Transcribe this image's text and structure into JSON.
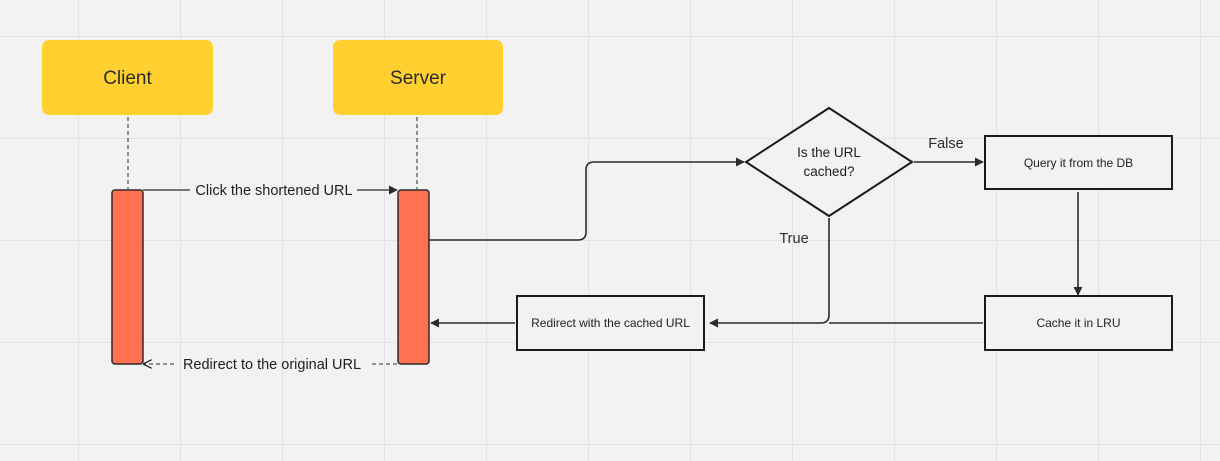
{
  "diagram": {
    "actors": {
      "client": {
        "label": "Client"
      },
      "server": {
        "label": "Server"
      }
    },
    "messages": {
      "click": {
        "label": "Click the shortened URL"
      },
      "redirect_original": {
        "label": "Redirect to the original URL"
      }
    },
    "decision": {
      "line1": "Is the URL",
      "line2": "cached?"
    },
    "boxes": {
      "query_db": {
        "label": "Query it from the DB"
      },
      "cache_lru": {
        "label": "Cache it in LRU"
      },
      "redirect_cached": {
        "label": "Redirect with the cached URL"
      }
    },
    "edges": {
      "false_label": "False",
      "true_label": "True"
    },
    "colors": {
      "actor_fill": "#ffd02f",
      "activation_fill": "#ff7150",
      "line": "#2b2b2b"
    }
  }
}
